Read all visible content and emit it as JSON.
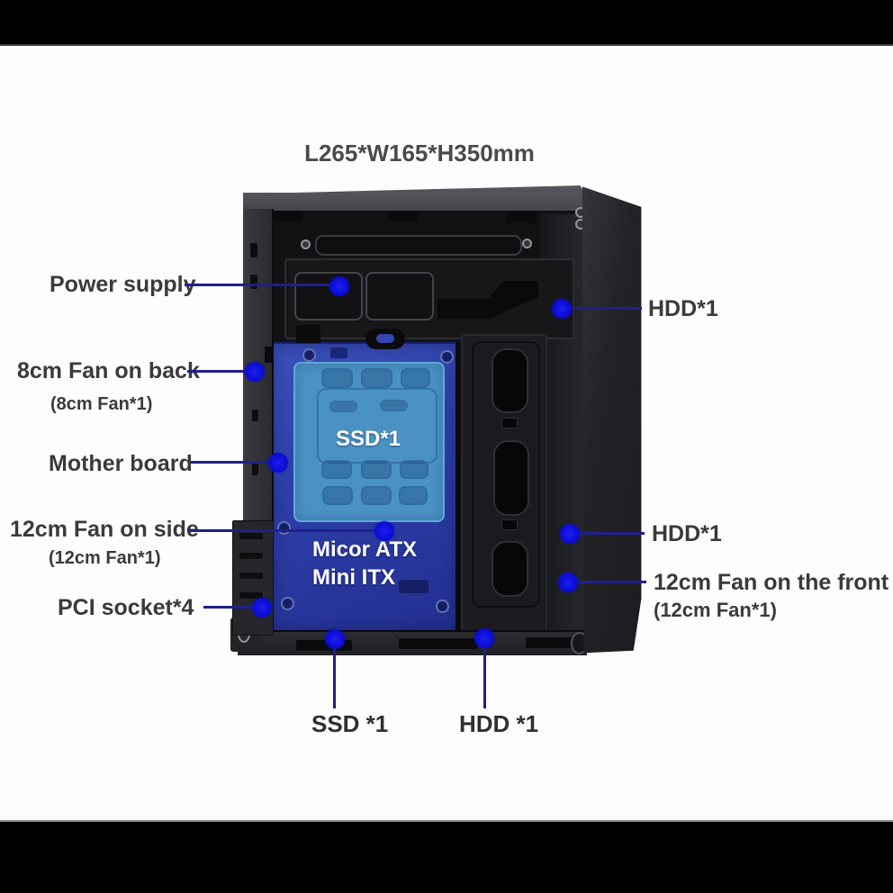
{
  "frame": {
    "dimensions_title": "L265*W165*H350mm"
  },
  "annotations": {
    "power_supply": {
      "label": "Power supply"
    },
    "fan_back": {
      "label": "8cm Fan on back",
      "sub_label": "(8cm Fan*1)"
    },
    "mother_board": {
      "label": "Mother board"
    },
    "fan_side": {
      "label": "12cm Fan on side",
      "sub_label": "(12cm Fan*1)"
    },
    "pci_socket": {
      "label": "PCI socket*4"
    },
    "hdd_top": {
      "label": "HDD*1"
    },
    "hdd_mid": {
      "label": "HDD*1"
    },
    "fan_front": {
      "label": "12cm Fan on the front",
      "sub_label": "(12cm Fan*1)"
    },
    "ssd_bottom": {
      "label": "SSD *1"
    },
    "hdd_bottom": {
      "label": "HDD *1"
    }
  },
  "case_markings": {
    "ssd_tray": "SSD*1",
    "board_support_line1": "Micor ATX",
    "board_support_line2": "Mini ITX"
  },
  "colors": {
    "annotation_dot": "#0b0bd2",
    "annotation_line": "#20208a",
    "motherboard_panel": "#2c3ea8",
    "ssd_tray_panel": "#4b92c4",
    "label_text": "#3a3a3a",
    "letterbox": "#000000"
  }
}
